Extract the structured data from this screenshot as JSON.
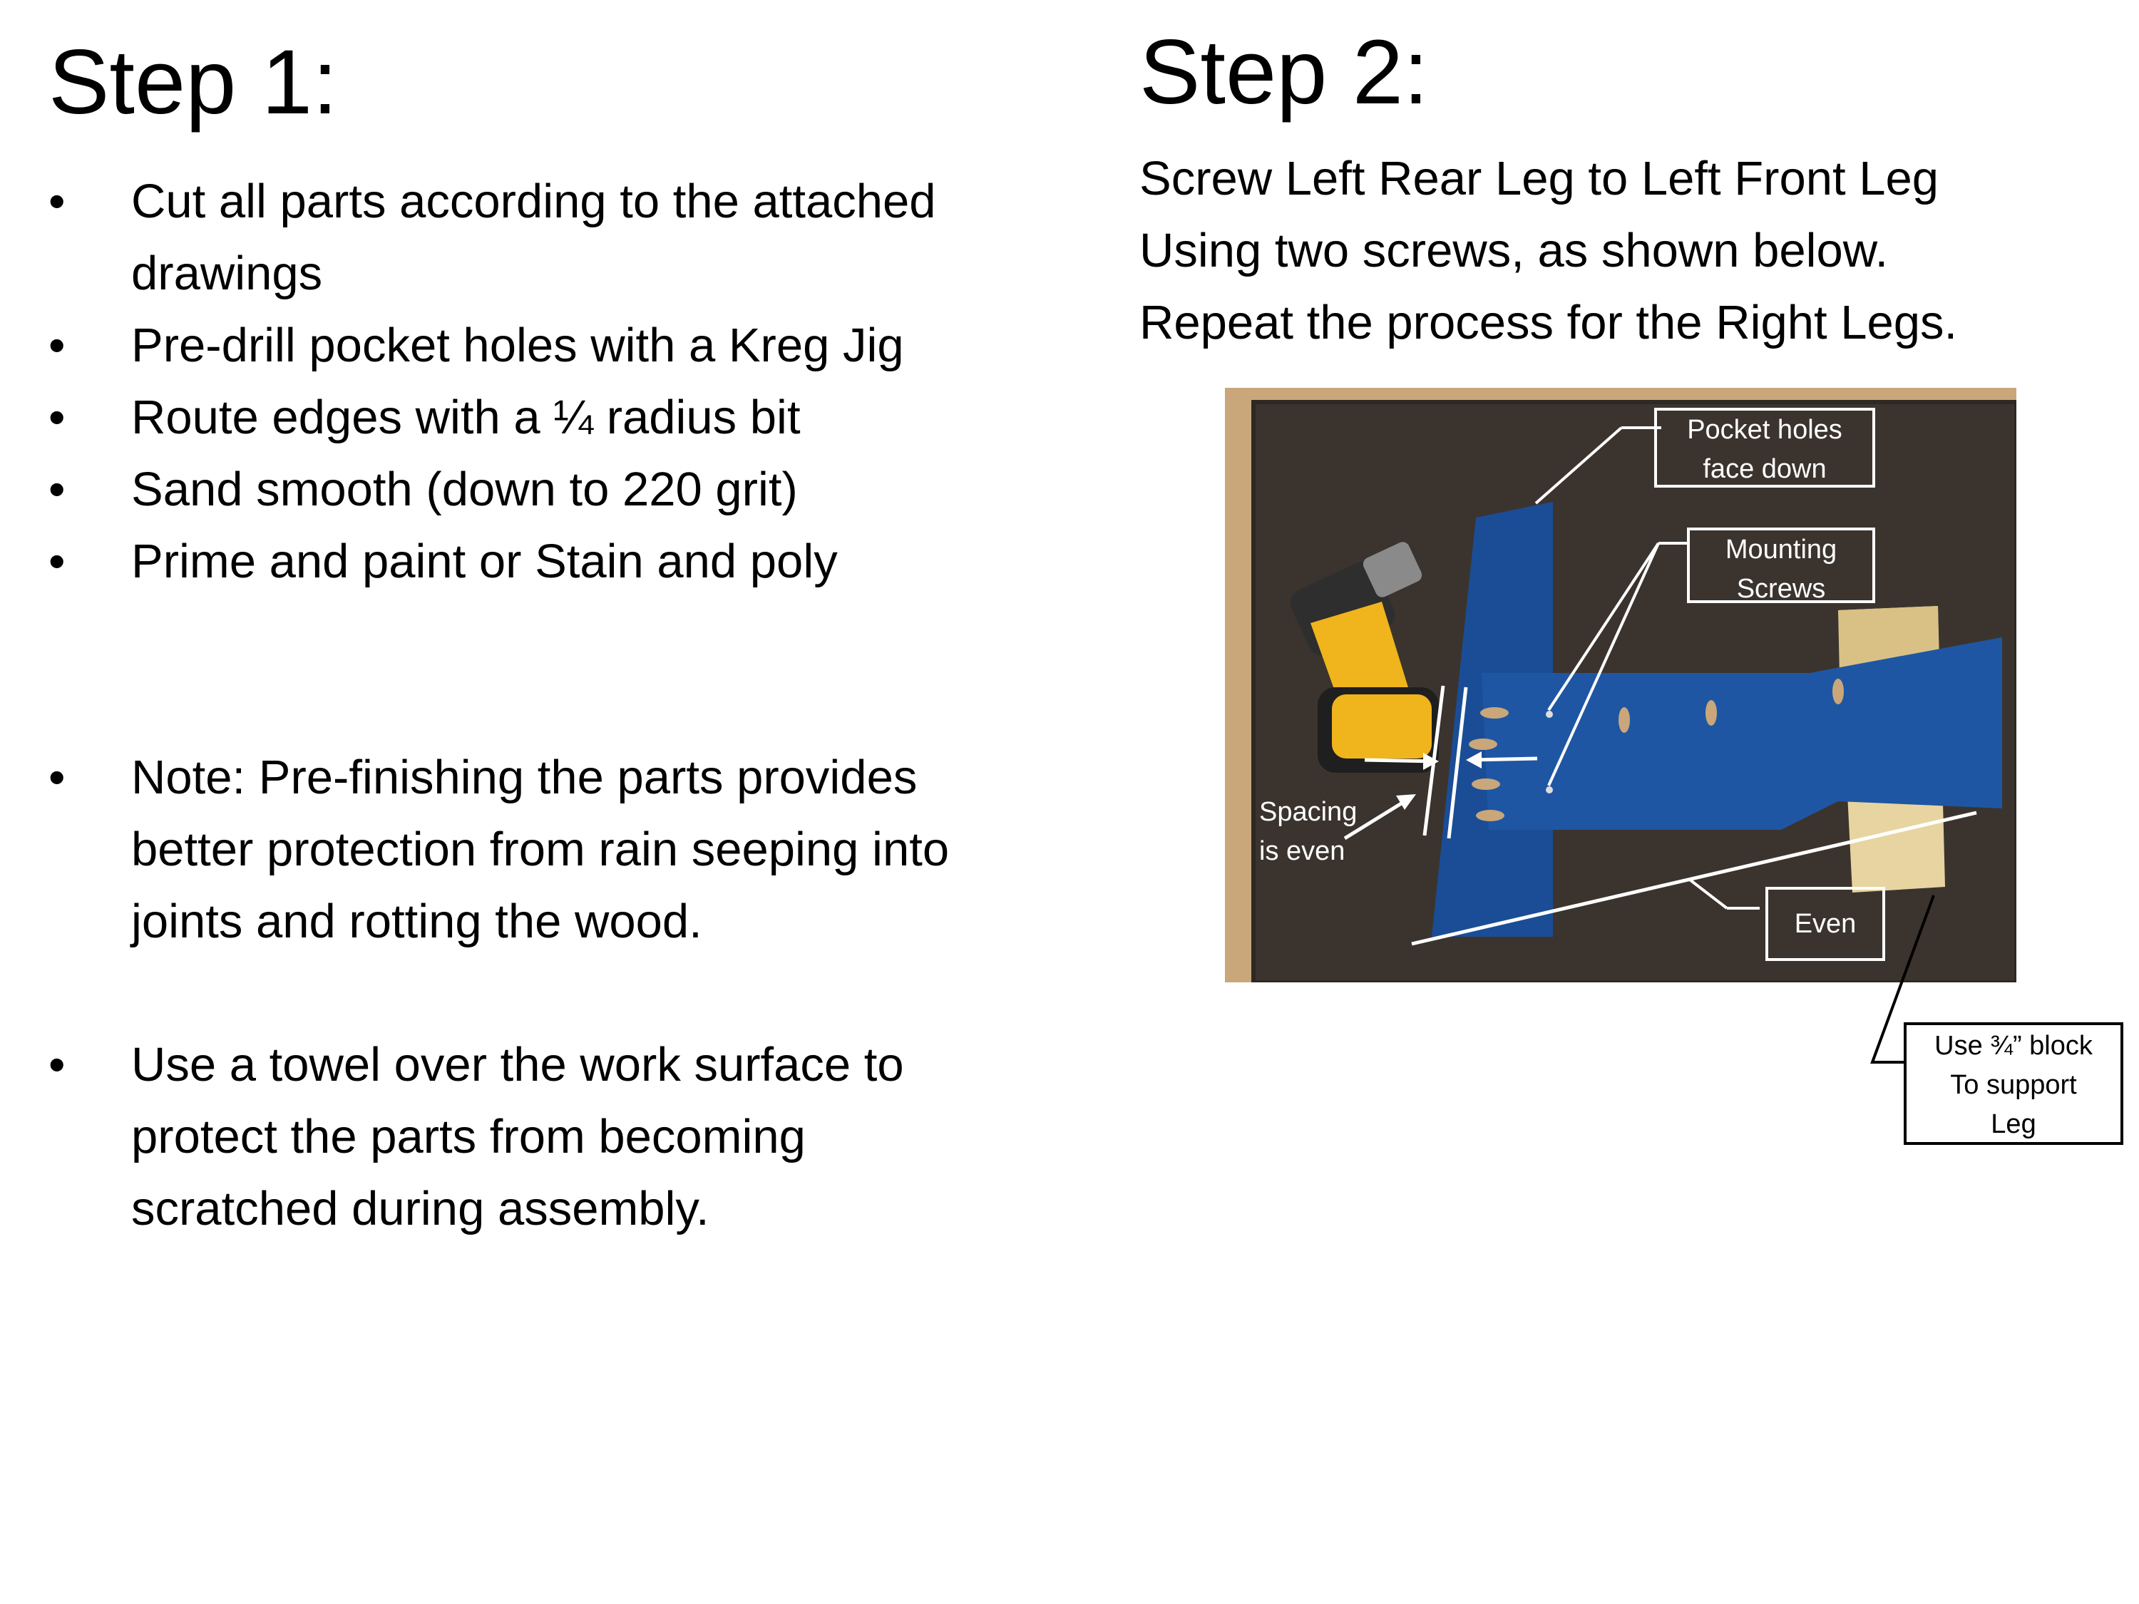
{
  "step1": {
    "title": "Step 1:",
    "bullet_symbol": "•",
    "bullets": [
      "Cut all parts according to the attached drawings",
      "Pre-drill pocket holes with a Kreg Jig",
      "Route edges with a ¼ radius bit",
      "Sand smooth (down to 220 grit)",
      "Prime and paint or Stain and poly",
      "Note: Pre-finishing the parts provides better protection from rain seeping into joints and rotting the wood.",
      "Use a towel over the work surface to protect the parts from becoming scratched during assembly."
    ]
  },
  "step2": {
    "title": "Step 2:",
    "description_lines": [
      "Screw Left Rear Leg to Left Front Leg",
      "Using two screws, as shown below.",
      "Repeat the process for the Right Legs."
    ],
    "photo_labels": {
      "pocket_holes": [
        "Pocket holes",
        "face down"
      ],
      "mounting_screws": [
        "Mounting",
        "Screws"
      ],
      "spacing": [
        "Spacing",
        "is even"
      ],
      "even": "Even"
    },
    "block_callout": [
      "Use ¾” block",
      "To support",
      "Leg"
    ]
  },
  "colors": {
    "leg_blue": "#1a4d96",
    "towel": "#3b342e",
    "wood_block": "#e8d4a0",
    "drill_yellow": "#f0b41c"
  }
}
